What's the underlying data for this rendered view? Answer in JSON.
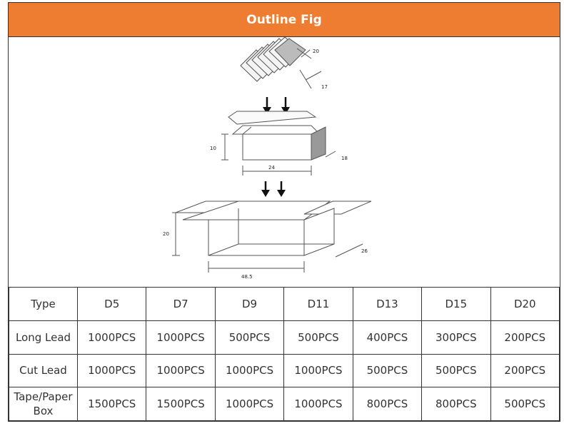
{
  "header": {
    "title": "Outline Fig"
  },
  "figure": {
    "dims": {
      "stack_width": "20",
      "stack_depth": "17",
      "small_box_height": "10",
      "small_box_length": "24",
      "small_box_depth": "18",
      "large_box_height": "20",
      "large_box_length": "48.5",
      "large_box_depth": "26"
    }
  },
  "table": {
    "rows": [
      {
        "label": "Type",
        "values": [
          "D5",
          "D7",
          "D9",
          "D11",
          "D13",
          "D15",
          "D20"
        ]
      },
      {
        "label": "Long Lead",
        "values": [
          "1000PCS",
          "1000PCS",
          "500PCS",
          "500PCS",
          "400PCS",
          "300PCS",
          "200PCS"
        ]
      },
      {
        "label": "Cut Lead",
        "values": [
          "1000PCS",
          "1000PCS",
          "1000PCS",
          "1000PCS",
          "500PCS",
          "500PCS",
          "200PCS"
        ]
      },
      {
        "label": "Tape/Paper Box",
        "values": [
          "1500PCS",
          "1500PCS",
          "1000PCS",
          "1000PCS",
          "800PCS",
          "800PCS",
          "500PCS"
        ]
      }
    ]
  }
}
